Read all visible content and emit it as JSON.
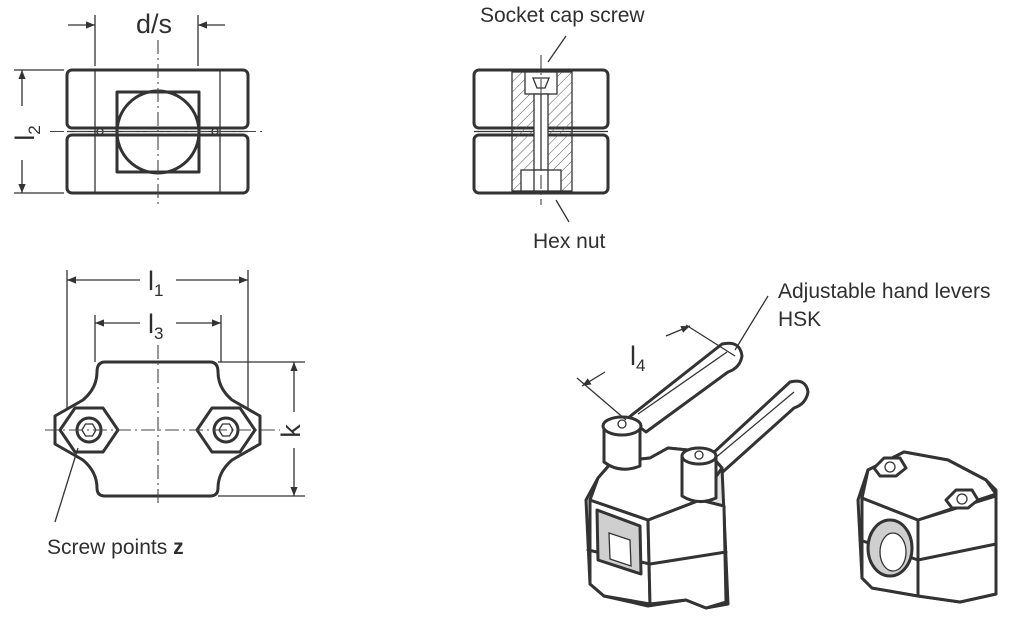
{
  "labels": {
    "socket_cap_screw": "Socket cap screw",
    "hex_nut": "Hex nut",
    "hand_levers_line1": "Adjustable hand levers",
    "hand_levers_line2": "HSK",
    "screw_points_prefix": "Screw points ",
    "screw_points_symbol": "z"
  },
  "dimensions": {
    "d_s": "d/s",
    "l2_base": "l",
    "l2_sub": "2",
    "l1_base": "l",
    "l1_sub": "1",
    "l3_base": "l",
    "l3_sub": "3",
    "l4_base": "l",
    "l4_sub": "4",
    "k": "k"
  },
  "colors": {
    "line": "#333333",
    "shade": "#e4e4e4",
    "background": "#ffffff"
  }
}
